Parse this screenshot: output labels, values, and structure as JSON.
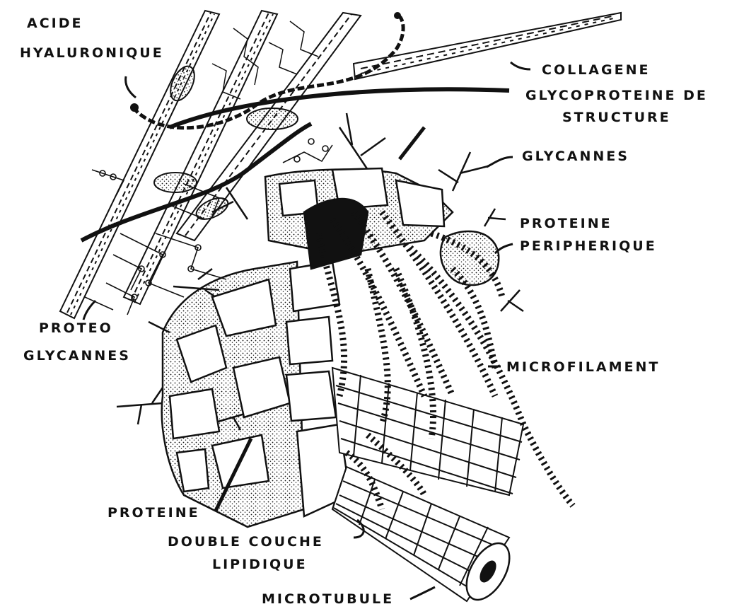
{
  "labels": {
    "acide_hyaluronique": [
      "ACIDE",
      "HYALURONIQUE"
    ],
    "collagene": "COLLAGENE",
    "glycoproteine": [
      "GLYCOPROTEINE DE",
      "STRUCTURE"
    ],
    "glycannes": "GLYCANNES",
    "proteine_peripherique": [
      "PROTEINE",
      "PERIPHERIQUE"
    ],
    "proteoglycannes": [
      "PROTEO",
      "GLYCANNES"
    ],
    "microfilament": "MICROFILAMENT",
    "proteine": "PROTEINE",
    "double_couche": [
      "DOUBLE COUCHE",
      "LIPIDIQUE"
    ],
    "microtubule": "MICROTUBULE"
  },
  "colors": {
    "ink": "#111111",
    "background": "#ffffff"
  }
}
